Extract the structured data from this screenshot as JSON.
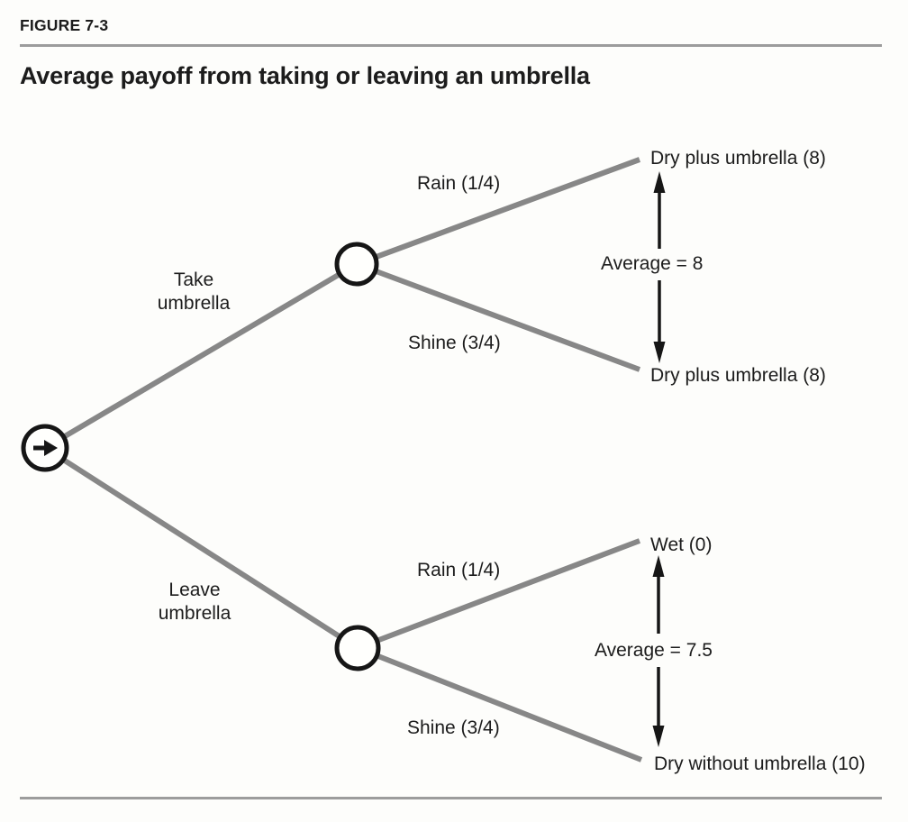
{
  "header": {
    "figure_label": "FIGURE 7-3",
    "title": "Average payoff from taking or leaving an umbrella"
  },
  "tree": {
    "root_icon": "right-arrow-icon",
    "decisions": {
      "take": {
        "label": "Take\numbrella",
        "branches": {
          "rain": "Rain (1/4)",
          "shine": "Shine (3/4)"
        },
        "outcomes": {
          "rain": "Dry plus umbrella (8)",
          "shine": "Dry plus umbrella (8)"
        },
        "average": "Average = 8"
      },
      "leave": {
        "label": "Leave\numbrella",
        "branches": {
          "rain": "Rain (1/4)",
          "shine": "Shine (3/4)"
        },
        "outcomes": {
          "rain": "Wet (0)",
          "shine": "Dry without umbrella (10)"
        },
        "average": "Average = 7.5"
      }
    }
  },
  "colors": {
    "background": "#fdfdfb",
    "branch": "#878787",
    "node_stroke": "#161616",
    "node_fill": "#fffffd",
    "text": "#1c1c1c",
    "rule": "#9c9c9c"
  }
}
